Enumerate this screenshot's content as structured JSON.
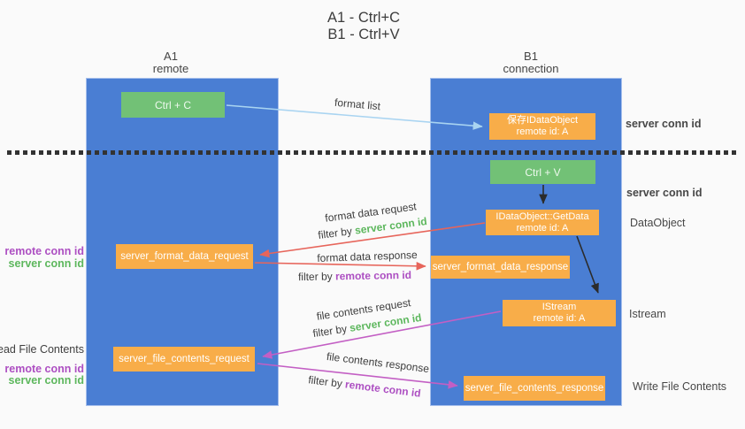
{
  "title": {
    "line1": "A1 - Ctrl+C",
    "line2": "B1 - Ctrl+V"
  },
  "columns": {
    "a": {
      "name": "A1",
      "subtitle": "remote"
    },
    "b": {
      "name": "B1",
      "subtitle": "connection"
    }
  },
  "boxes": {
    "ctrl_c": {
      "label": "Ctrl + C"
    },
    "save_idataobject": {
      "line1": "保存IDataObject",
      "line2": "remote id: A"
    },
    "ctrl_v": {
      "label": "Ctrl + V"
    },
    "getdata": {
      "line1": "IDataObject::GetData",
      "line2": "remote id: A"
    },
    "format_request": {
      "label": "server_format_data_request"
    },
    "format_response": {
      "label": "server_format_data_response"
    },
    "istream": {
      "line1": "IStream",
      "line2": "remote id: A"
    },
    "file_request": {
      "label": "server_file_contents_request"
    },
    "file_response": {
      "label": "server_file_contents_response"
    }
  },
  "arrow_labels": {
    "format_list": "format list",
    "format_data_request": "format data request",
    "format_data_request_filter": {
      "prefix": "filter by ",
      "highlight": "server conn id"
    },
    "format_data_response": "format data response",
    "format_data_response_filter": {
      "prefix": "filter by ",
      "highlight": "remote conn id"
    },
    "file_contents_request": "file contents request",
    "file_contents_request_filter": {
      "prefix": "filter by ",
      "highlight": "server conn id"
    },
    "file_contents_response": "file contents response",
    "file_contents_response_filter": {
      "prefix": "filter by ",
      "highlight": "remote conn id"
    }
  },
  "side_labels": {
    "right_server_conn_id_top": "server conn id",
    "right_server_conn_id_mid": "server conn id",
    "right_dataobject": "DataObject",
    "right_istream": "Istream",
    "right_write_file_contents": "Write File Contents",
    "left_remote_conn_id_1": "remote conn id",
    "left_server_conn_id_1": "server conn id",
    "left_read_file_contents": "Read File Contents",
    "left_remote_conn_id_2": "remote conn id",
    "left_server_conn_id_2": "server conn id"
  },
  "colors": {
    "column_blue": "#4a7ed3",
    "box_green": "#72c176",
    "box_orange": "#f8ad49",
    "arrow_lightblue": "#a9d4f1",
    "arrow_red": "#e7655b",
    "arrow_magenta": "#c35fc4",
    "arrow_black": "#2b2b2b",
    "text_green": "#5db75d",
    "text_purple": "#ad4fc2",
    "separator_dark": "#333333"
  }
}
